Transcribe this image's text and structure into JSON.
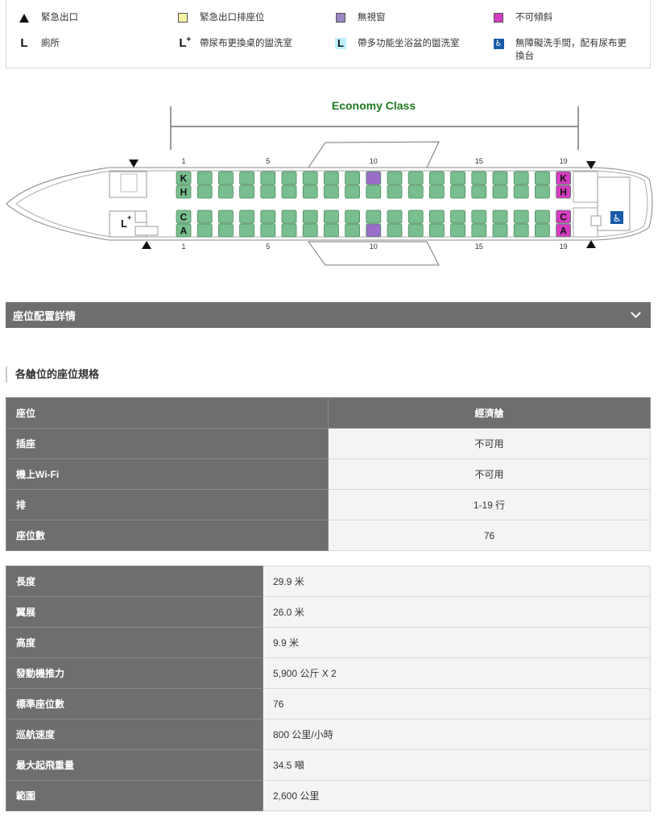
{
  "legend": [
    {
      "icon": "triangle-up-icon",
      "label": "緊急出口"
    },
    {
      "icon": "yellow-square-icon",
      "color": "#f7f3a5",
      "label": "緊急出口排座位"
    },
    {
      "icon": "purple-square-icon",
      "color": "#9a86c5",
      "label": "無視窗"
    },
    {
      "icon": "magenta-square-icon",
      "color": "#d63cc1",
      "label": "不可傾斜"
    },
    {
      "icon": "lavatory-icon",
      "glyph": "L",
      "label": "廁所"
    },
    {
      "icon": "baby-change-lavatory-icon",
      "glyph": "L",
      "label": "帶尿布更換桌的盥洗室"
    },
    {
      "icon": "multi-function-lavatory-icon",
      "glyph": "L",
      "label": "帶多功能坐浴盆的盥洗室"
    },
    {
      "icon": "accessible-lavatory-icon",
      "glyph": "♿",
      "label": "無障礙洗手間，配有尿布更",
      "label2": "換台"
    }
  ],
  "seatmap": {
    "cabin_label": "Economy Class",
    "row_numbers": [
      "1",
      "5",
      "10",
      "15",
      "19"
    ],
    "seat_letters_top": [
      "K",
      "H"
    ],
    "seat_letters_bottom": [
      "C",
      "A"
    ],
    "lav_glyph": "L",
    "accessible_glyph": "♿",
    "colors": {
      "seat": "#79be8e",
      "seat_stroke": "#4d8a60",
      "no_window": "#9a6dc9",
      "no_recline": "#d63cc1",
      "cabin_label": "#1e7a1e"
    }
  },
  "accordion": {
    "label": "座位配置詳情"
  },
  "section": {
    "title": "各艙位的座位規格"
  },
  "spec_table": {
    "header": [
      "座位",
      "經濟艙"
    ],
    "rows": [
      {
        "label": "插座",
        "value": "不可用"
      },
      {
        "label": "機上Wi-Fi",
        "value": "不可用"
      },
      {
        "label": "排",
        "value": "1-19 行"
      },
      {
        "label": "座位數",
        "value": "76"
      }
    ]
  },
  "aircraft_table": {
    "rows": [
      {
        "label": "長度",
        "value": "29.9 米"
      },
      {
        "label": "翼展",
        "value": "26.0 米"
      },
      {
        "label": "高度",
        "value": "9.9 米"
      },
      {
        "label": "發動機推力",
        "value": "5,900 公斤 X 2"
      },
      {
        "label": "標準座位數",
        "value": "76"
      },
      {
        "label": "巡航速度",
        "value": "800 公里/小時"
      },
      {
        "label": "最大起飛重量",
        "value": "34.5 噸"
      },
      {
        "label": "範圍",
        "value": "2,600 公里"
      }
    ]
  }
}
